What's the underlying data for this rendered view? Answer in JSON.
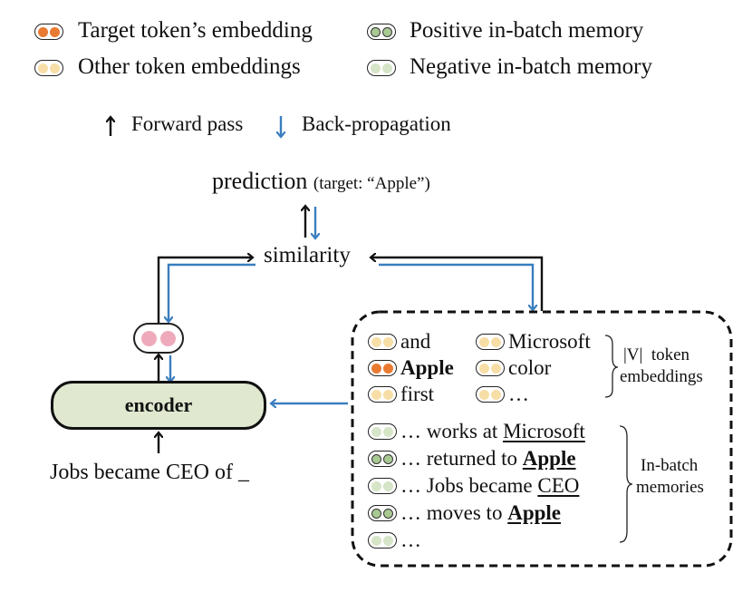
{
  "colors": {
    "target": "#e97a32",
    "other": "#f7dea6",
    "positive": "#a9c993",
    "negative": "#d6e4c7",
    "query": "#eeaabb",
    "encoder_fill": "#e0e8d0",
    "forward_arrow": "#111111",
    "backprop_arrow": "#3a7ebf"
  },
  "legend": {
    "target": "Target token’s embedding",
    "other": "Other token embeddings",
    "positive": "Positive in-batch memory",
    "negative": "Negative in-batch memory",
    "forward": "Forward pass",
    "backprop": "Back-propagation"
  },
  "diagram": {
    "prediction": "prediction",
    "prediction_note": "(target: “Apple”)",
    "similarity": "similarity",
    "encoder": "encoder",
    "input": "Jobs became CEO of _"
  },
  "vocab": {
    "col1": [
      {
        "label": "and",
        "type": "other",
        "bold": false
      },
      {
        "label": "Apple",
        "type": "target",
        "bold": true
      },
      {
        "label": "first",
        "type": "other",
        "bold": false
      }
    ],
    "col2": [
      {
        "label": "Microsoft",
        "type": "other"
      },
      {
        "label": "color",
        "type": "other"
      },
      {
        "label": "…",
        "type": "other"
      }
    ],
    "brace_label_1": "|V|  token",
    "brace_label_2": "embeddings"
  },
  "memories": {
    "items": [
      {
        "prefix": "… works at ",
        "keyword": "Microsoft",
        "bold": false,
        "type": "negative"
      },
      {
        "prefix": "… returned to ",
        "keyword": "Apple",
        "bold": true,
        "type": "positive"
      },
      {
        "prefix": "… Jobs became ",
        "keyword": "CEO",
        "bold": false,
        "type": "negative"
      },
      {
        "prefix": "… moves to ",
        "keyword": "Apple",
        "bold": true,
        "type": "positive"
      },
      {
        "prefix": "…",
        "keyword": "",
        "bold": false,
        "type": "negative"
      }
    ],
    "brace_label_1": "In-batch",
    "brace_label_2": "memories"
  }
}
